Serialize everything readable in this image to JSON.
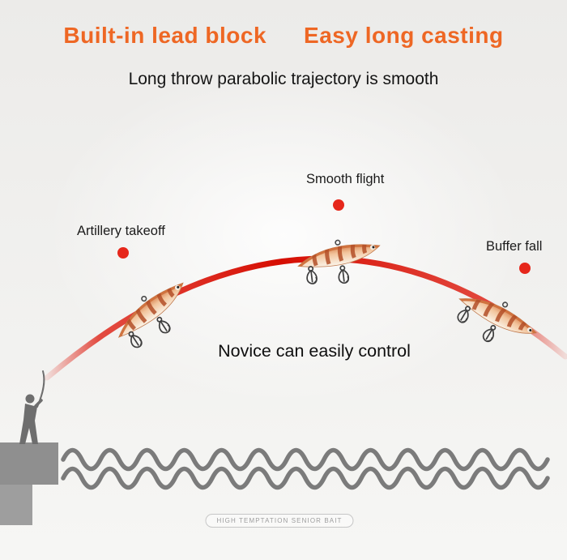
{
  "page": {
    "title_part1": "Built-in lead block",
    "title_part2": "Easy long casting",
    "subtitle": "Long throw parabolic trajectory is smooth",
    "caption": "Novice can easily control",
    "badge_text": "HIGH TEMPTATION SENIOR BAIT"
  },
  "stages": [
    {
      "label": "Artillery takeoff"
    },
    {
      "label": "Smooth flight"
    },
    {
      "label": "Buffer fall"
    }
  ],
  "colors": {
    "title_accent": "#ee6724",
    "trajectory_red": "#dd1407",
    "stage_dot_red": "#e6271b",
    "wave_gray": "#7b7b7b",
    "silhouette_gray": "#6e6e6e",
    "pier_gray": "#8f8f8f",
    "background_gray": "#f0efed"
  }
}
